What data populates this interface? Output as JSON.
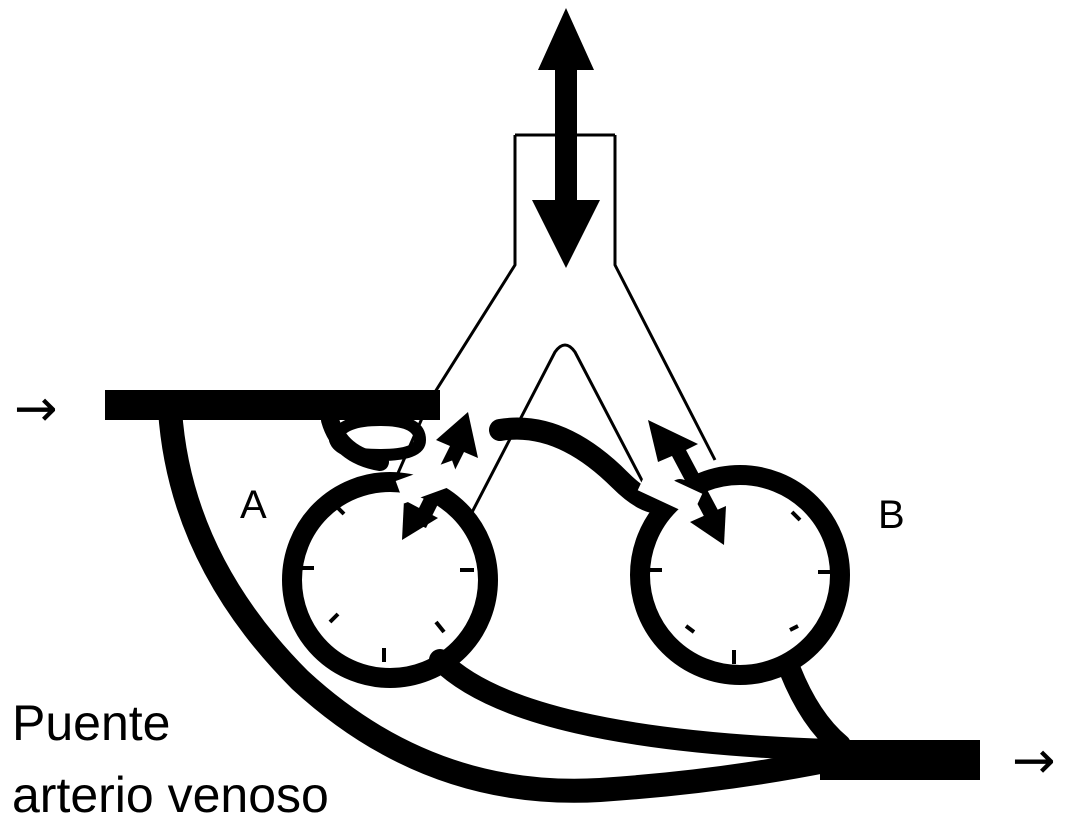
{
  "labels": {
    "alveolus_a": "A",
    "alveolus_b": "B",
    "caption_line1": "Puente",
    "caption_line2": "arterio venoso"
  },
  "arrows": {
    "inflow": "→",
    "outflow": "→"
  },
  "colors": {
    "ink": "#000000",
    "paper": "#ffffff"
  }
}
